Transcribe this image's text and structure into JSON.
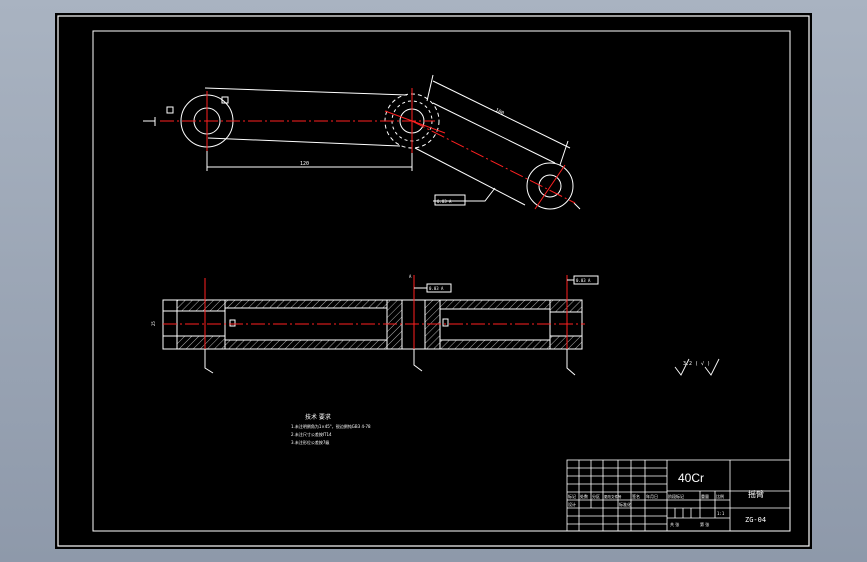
{
  "drawing": {
    "material": "40Cr",
    "part_name": "摇臂",
    "drawing_number": "ZG-04",
    "tech_requirements": {
      "heading": "技术 要求",
      "items": [
        "1.未注明倒角为1×45°，锐边倒钝GB3 4-78",
        "2.未注尺寸公差按IT14",
        "3.未注形位公差按7级"
      ]
    },
    "dimensions": {
      "arm_length_horizontal": "120",
      "arm_length_inclined": "100",
      "tolerance_callout_left": "0.03 A",
      "tolerance_callout_section_mid": "0.03 A",
      "tolerance_callout_section_right": "0.03 A",
      "datum_label": "A",
      "section_height": "25"
    },
    "surface_finish_note": "3.2 ( √ )",
    "title_block": {
      "row_labels": [
        "标记",
        "处数",
        "分区",
        "更改文件号",
        "签名",
        "年月日"
      ],
      "row2_labels": [
        "设计",
        "标准化"
      ],
      "stage_labels": [
        "阶段标记",
        "重量",
        "比例"
      ],
      "scale": "1:1",
      "sheet_labels": [
        "共 张",
        "第 张"
      ]
    }
  },
  "colors": {
    "sheet_bg": "#000000",
    "line": "#ffffff",
    "center_line": "#ff2020",
    "hatch": "#ffffff"
  }
}
